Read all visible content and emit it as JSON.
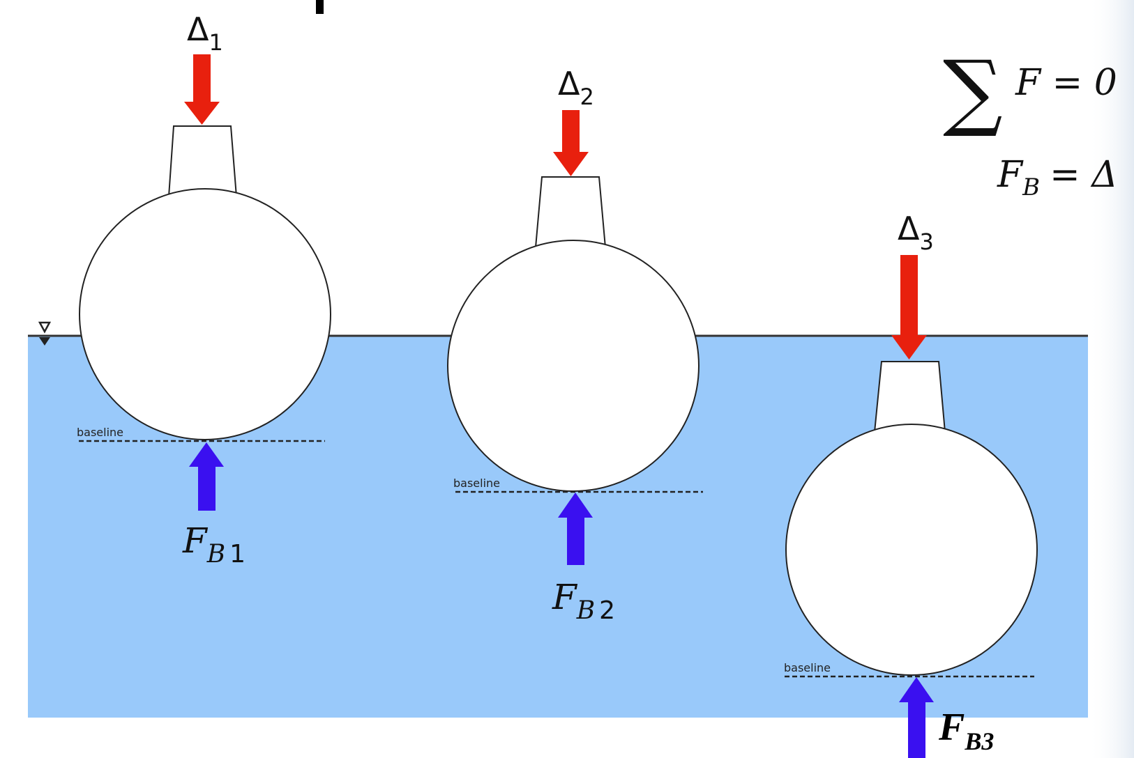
{
  "equations": {
    "sum_symbol": "∑",
    "sum_rhs": "F = 0",
    "fb_lhs": "F",
    "fb_sub": "B",
    "fb_rhs": "= Δ"
  },
  "vessels": [
    {
      "delta_symbol": "Δ",
      "delta_index": "1",
      "baseline_label": "baseline",
      "fb_symbol": "F",
      "fb_sub": "B",
      "fb_index": "1"
    },
    {
      "delta_symbol": "Δ",
      "delta_index": "2",
      "baseline_label": "baseline",
      "fb_symbol": "F",
      "fb_sub": "B",
      "fb_index": "2"
    },
    {
      "delta_symbol": "Δ",
      "delta_index": "3",
      "baseline_label": "baseline",
      "fb_symbol": "F",
      "fb_sub": "B3",
      "fb_index": ""
    }
  ],
  "colors": {
    "water": "#99c9fa",
    "waterline": "#333333",
    "weight_arrow": "#e8200e",
    "buoyancy_arrow": "#3a10f0",
    "hull_fill": "#ffffff",
    "hull_stroke": "#222222",
    "baseline_stroke": "#222222",
    "text": "#111111"
  },
  "icons": {
    "waterline_marker": "water-level-triangle-icon"
  }
}
